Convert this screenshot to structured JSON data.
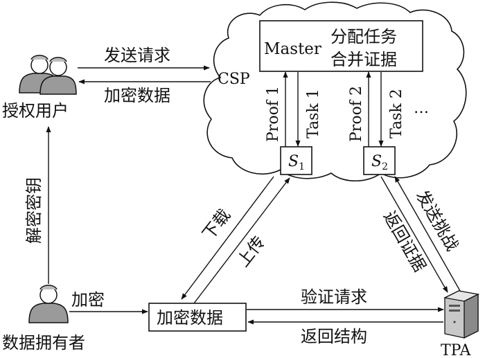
{
  "nodes": {
    "authorized_user": "授权用户",
    "csp": "CSP",
    "master": "Master",
    "assign_tasks": "分配任务",
    "merge_proofs": "合并证据",
    "s1": "S",
    "s1_sub": "1",
    "s2": "S",
    "s2_sub": "2",
    "data_owner": "数据拥有者",
    "encrypted_data_box": "加密数据",
    "tpa": "TPA"
  },
  "edges": {
    "send_request": "发送请求",
    "encrypted_data": "加密数据",
    "decrypt_key": "解密密钥",
    "proof1": "Proof 1",
    "task1": "Task 1",
    "proof2": "Proof 2",
    "task2": "Task 2",
    "ellipsis": "…",
    "download": "下载",
    "upload": "上传",
    "send_challenge": "发送挑战",
    "return_proof": "返回证据",
    "encrypt": "加密",
    "verify_request": "验证请求",
    "return_result": "返回结构"
  }
}
